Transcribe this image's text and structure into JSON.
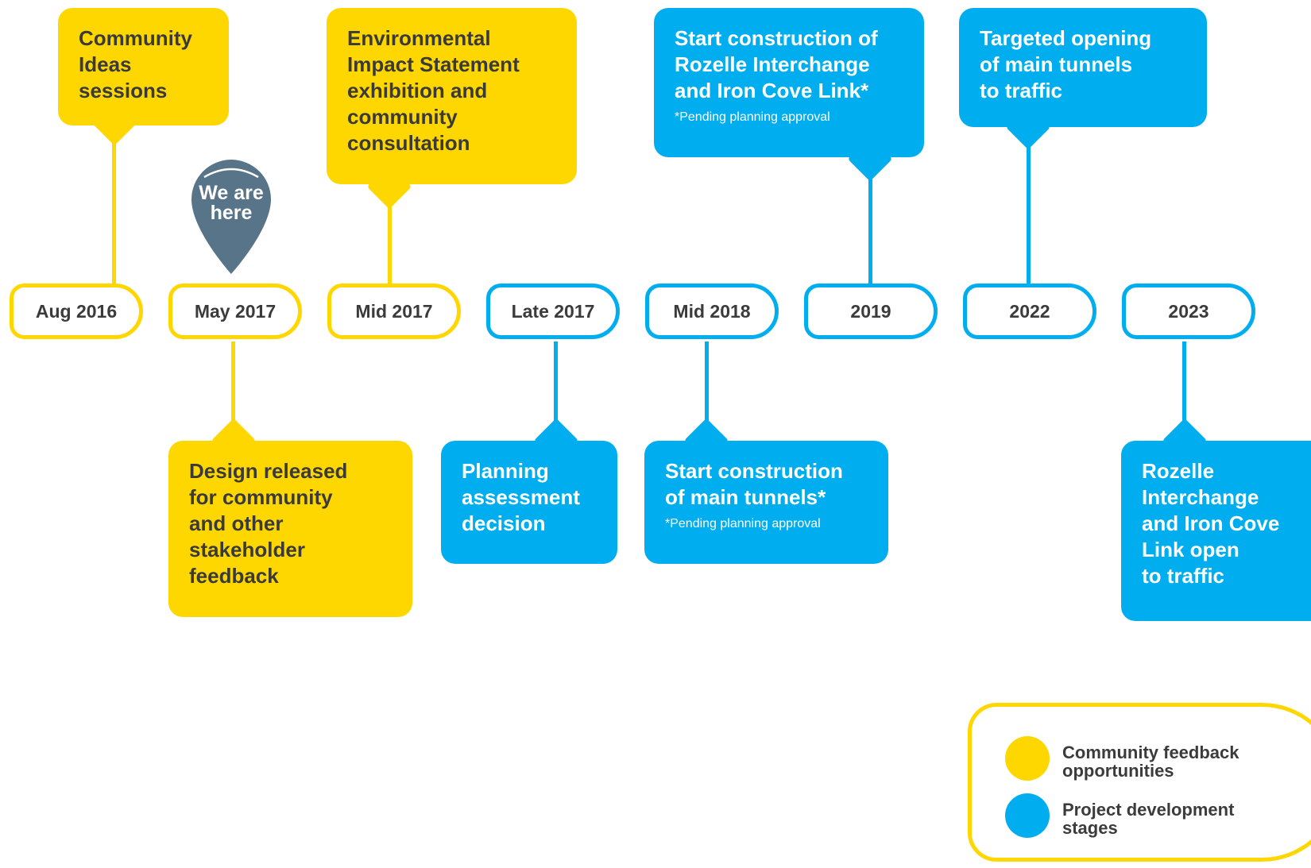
{
  "colors": {
    "community": "#FFD700",
    "project": "#00AEEF",
    "pin": "#587488"
  },
  "marker": {
    "label": "We are\nhere"
  },
  "milestones": [
    {
      "date": "Aug 2016",
      "type": "community"
    },
    {
      "date": "May 2017",
      "type": "community"
    },
    {
      "date": "Mid 2017",
      "type": "community"
    },
    {
      "date": "Late 2017",
      "type": "project"
    },
    {
      "date": "Mid 2018",
      "type": "project"
    },
    {
      "date": "2019",
      "type": "project"
    },
    {
      "date": "2022",
      "type": "project"
    },
    {
      "date": "2023",
      "type": "project"
    }
  ],
  "cards": {
    "aug2016": {
      "text": "Community\nIdeas\nsessions"
    },
    "mid2017": {
      "text": "Environmental\nImpact Statement\nexhibition and\ncommunity\nconsultation"
    },
    "y2019": {
      "text": "Start construction of\nRozelle Interchange\nand Iron Cove Link*",
      "note": "*Pending planning approval"
    },
    "y2022": {
      "text": "Targeted opening\nof main tunnels\nto traffic"
    },
    "may2017": {
      "text": "Design released\nfor community\nand other\nstakeholder\nfeedback"
    },
    "late2017": {
      "text": "Planning\nassessment\ndecision"
    },
    "mid2018": {
      "text": "Start construction\nof main tunnels*",
      "note": "*Pending planning approval"
    },
    "y2023": {
      "text": "Rozelle\nInterchange\nand Iron Cove\nLink open\nto traffic"
    }
  },
  "legend": [
    {
      "label": "Community feedback\nopportunities",
      "type": "community"
    },
    {
      "label": "Project development\nstages",
      "type": "project"
    }
  ]
}
